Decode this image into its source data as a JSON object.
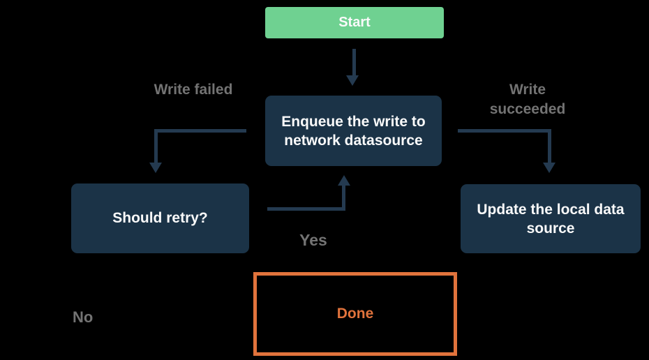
{
  "colors": {
    "background": "#000000",
    "node_green": "#6fd191",
    "node_navy": "#1b3347",
    "arrow": "#243a50",
    "label_gray": "#737373",
    "accent_orange": "#e1733c",
    "text_light": "#fafafa"
  },
  "nodes": {
    "start": {
      "label": "Start"
    },
    "enqueue": {
      "label": "Enqueue the write to network datasource"
    },
    "should_retry": {
      "label": "Should retry?"
    },
    "update_local": {
      "label": "Update the local data source"
    },
    "done": {
      "label": "Done"
    }
  },
  "edge_labels": {
    "write_failed": "Write failed",
    "write_succeeded": "Write succeeded",
    "yes": "Yes",
    "no": "No"
  }
}
